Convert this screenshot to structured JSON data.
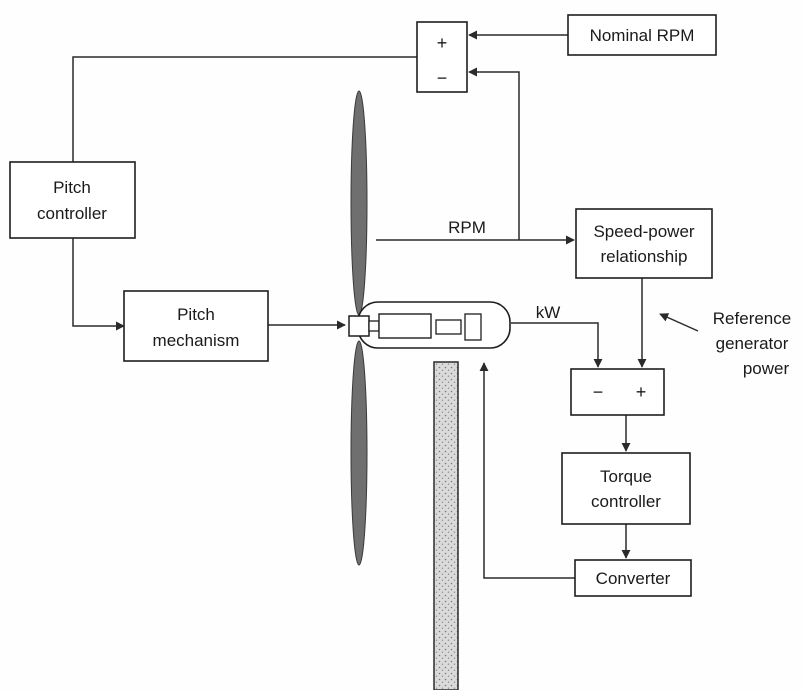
{
  "diagram": {
    "nominal_rpm": "Nominal RPM",
    "summer_top": {
      "plus": "+",
      "minus": "−"
    },
    "pitch_controller": [
      "Pitch",
      "controller"
    ],
    "pitch_mechanism": [
      "Pitch",
      "mechanism"
    ],
    "rpm_label": "RPM",
    "speed_power": [
      "Speed-power",
      "relationship"
    ],
    "kw_label": "kW",
    "reference_power": [
      "Reference",
      "generator",
      "power"
    ],
    "summer_bottom": {
      "minus": "−",
      "plus": "+"
    },
    "torque_controller": [
      "Torque",
      "controller"
    ],
    "converter": "Converter"
  },
  "colors": {
    "ink": "#1e1e1e",
    "blade_fill": "#6f6f6f",
    "tower_fill": "#cfcfcf",
    "background": "#fefefe"
  }
}
